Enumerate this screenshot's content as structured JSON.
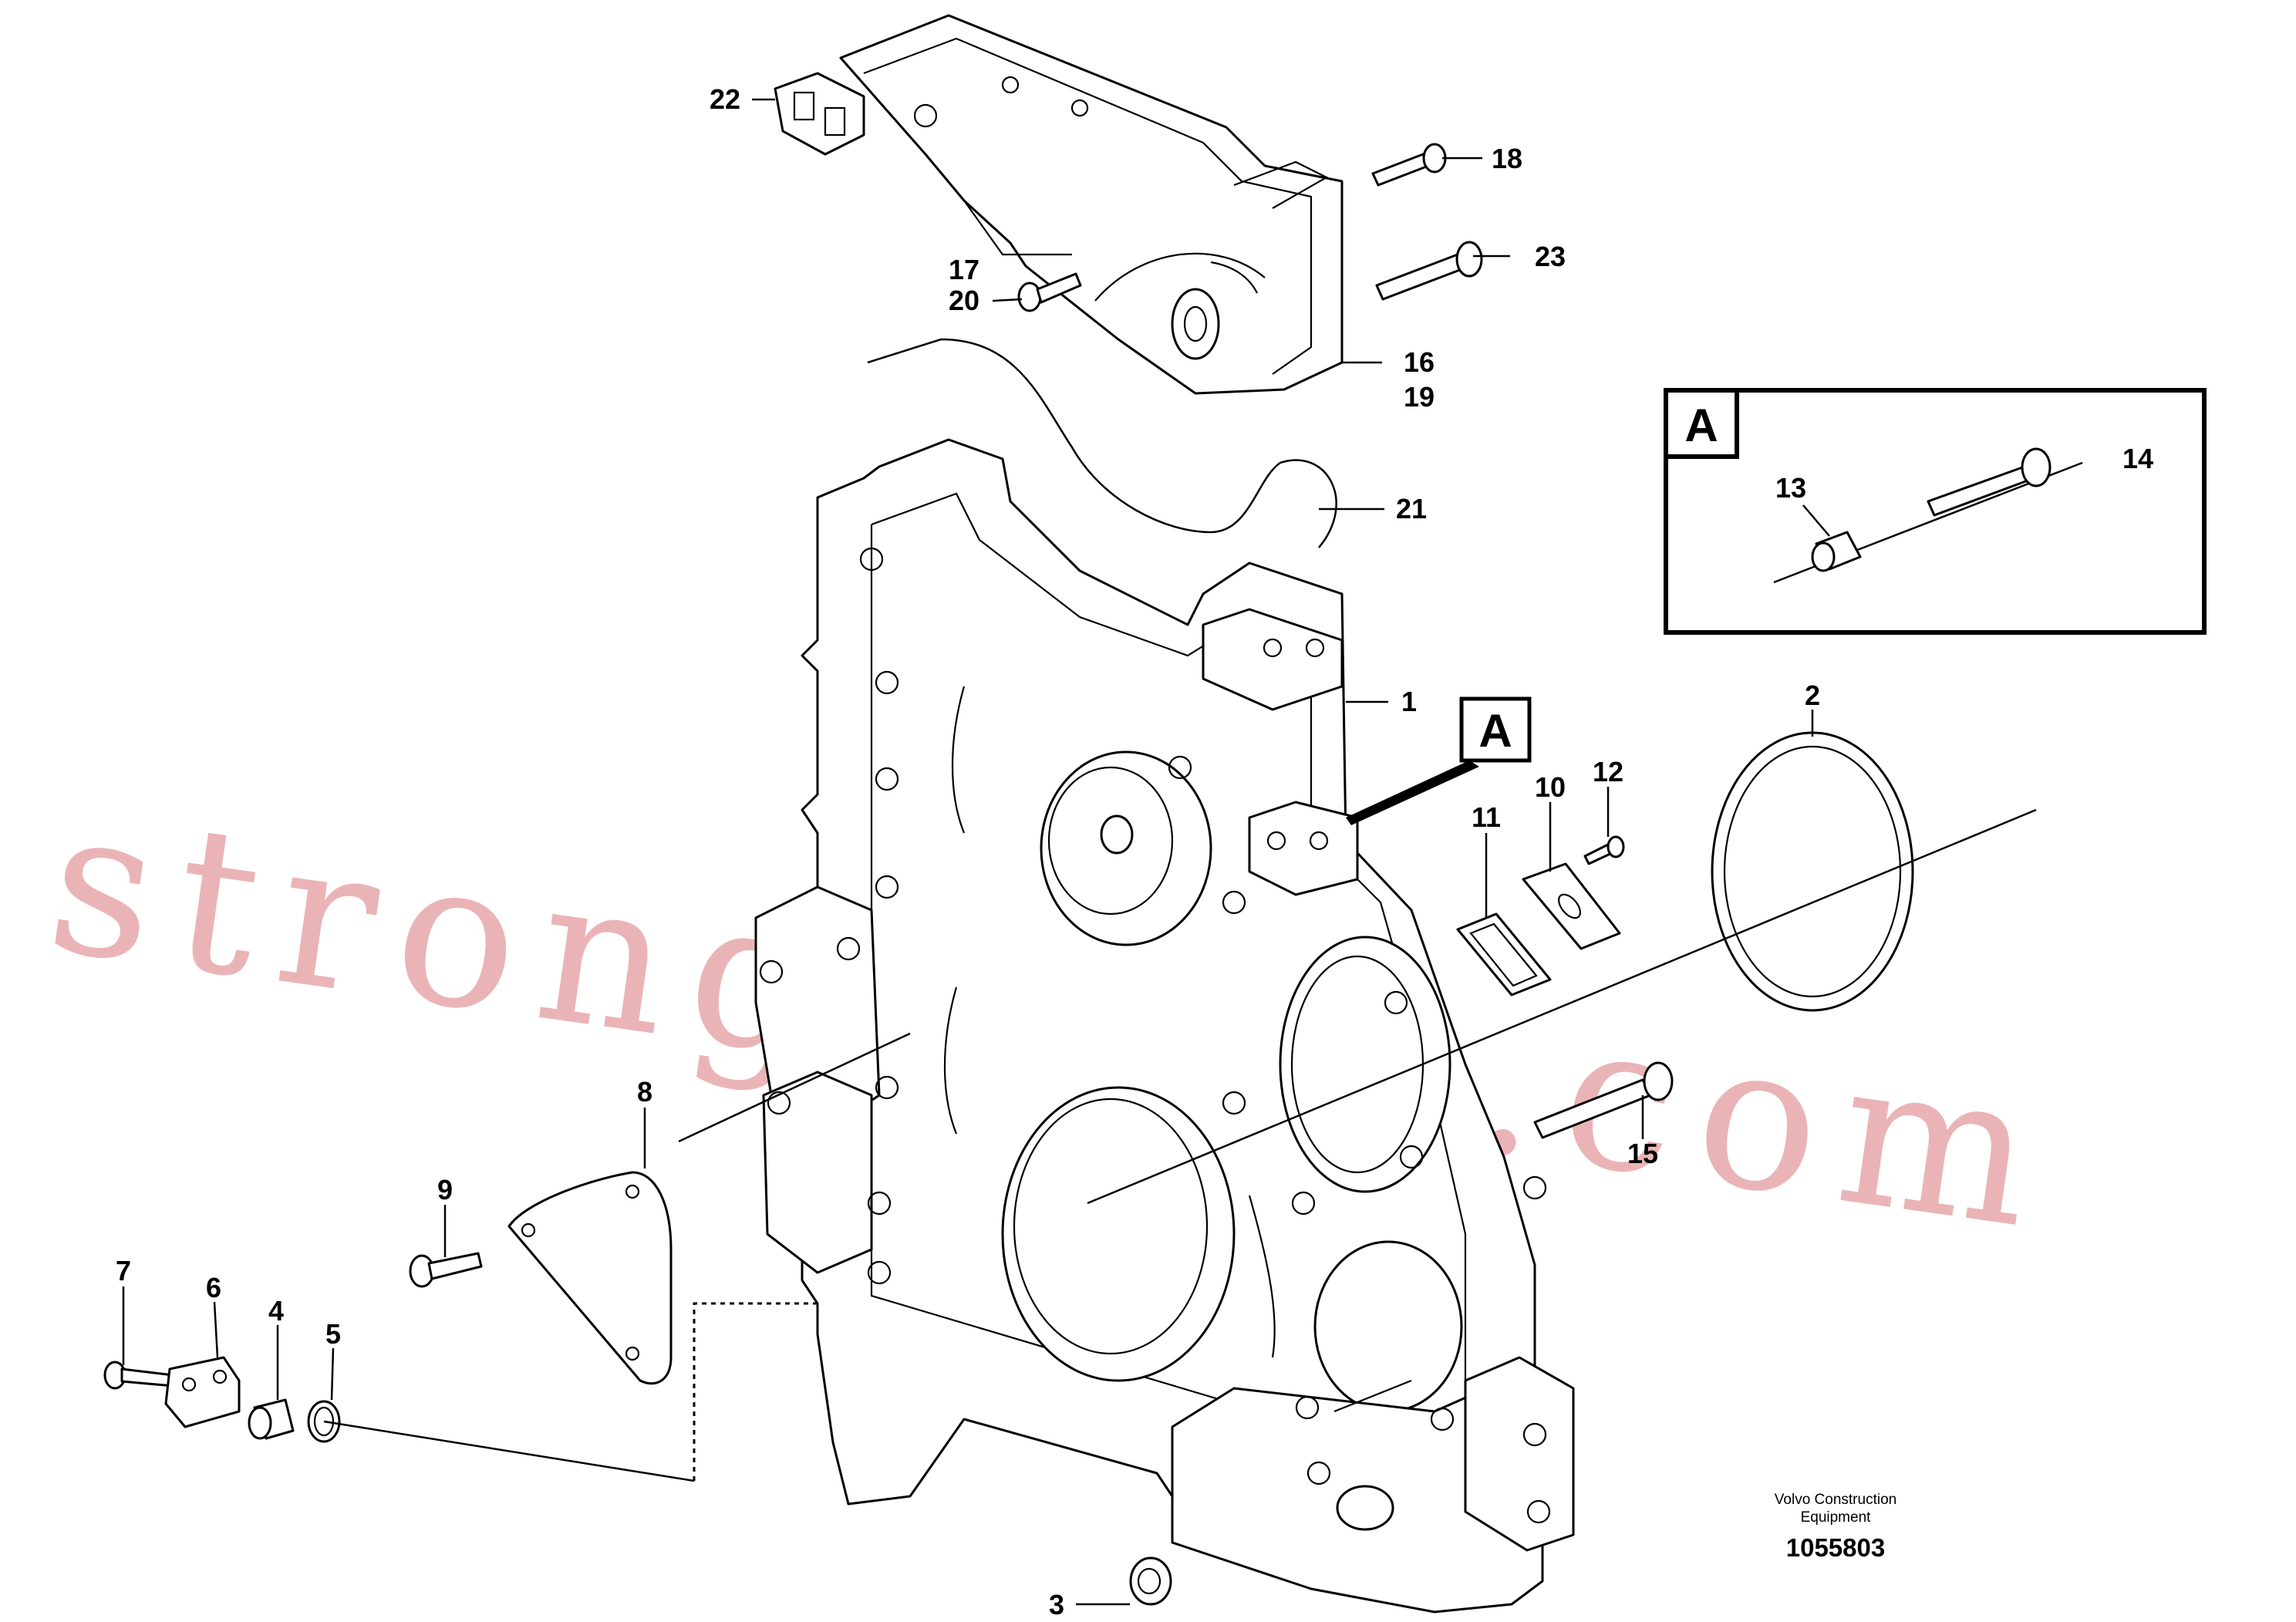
{
  "watermark": "strongvolvo.com",
  "detail_box": {
    "letter": "A"
  },
  "detail_ref": {
    "letter": "A"
  },
  "callouts": {
    "c1": "1",
    "c2": "2",
    "c3": "3",
    "c4": "4",
    "c5": "5",
    "c6": "6",
    "c7": "7",
    "c8": "8",
    "c9": "9",
    "c10": "10",
    "c11": "11",
    "c12": "12",
    "c13": "13",
    "c14": "14",
    "c15": "15",
    "c16": "16",
    "c17": "17",
    "c18": "18",
    "c19": "19",
    "c20": "20",
    "c21": "21",
    "c22": "22",
    "c23": "23"
  },
  "credit": {
    "line1": "Volvo Construction",
    "line2": "Equipment"
  },
  "doc_number": "1055803"
}
